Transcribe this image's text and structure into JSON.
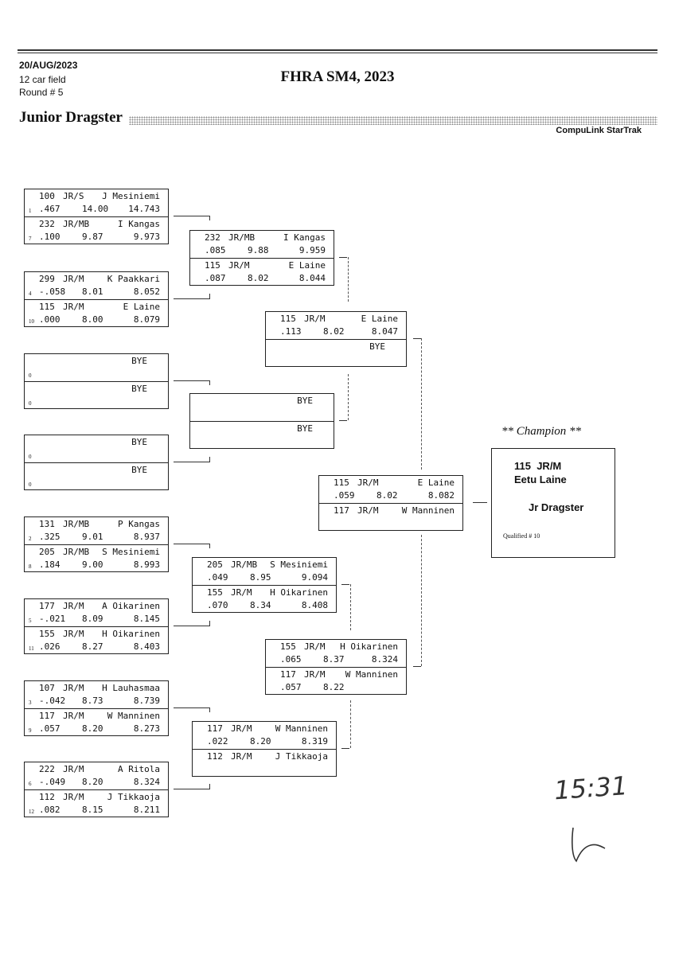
{
  "header": {
    "date": "20/AUG/2023",
    "field": "12 car field",
    "round": "Round # 5"
  },
  "title": "FHRA SM4, 2023",
  "category": "Junior Dragster",
  "system": "CompuLink StarTrak",
  "round1": [
    {
      "top": {
        "num": "100",
        "cls": "JR/S",
        "name": "J Mesiniemi",
        "q": "1",
        "rt": ".467",
        "et": "14.00",
        "sp": "14.743"
      },
      "bot": {
        "num": "232",
        "cls": "JR/MB",
        "name": "I Kangas",
        "q": "7",
        "rt": ".100",
        "et": "9.87",
        "sp": "9.973"
      }
    },
    {
      "top": {
        "num": "299",
        "cls": "JR/M",
        "name": "K Paakkari",
        "q": "4",
        "rt": "-.058",
        "et": "8.01",
        "sp": "8.052"
      },
      "bot": {
        "num": "115",
        "cls": "JR/M",
        "name": "E Laine",
        "q": "10",
        "rt": ".000",
        "et": "8.00",
        "sp": "8.079"
      }
    },
    {
      "top": {
        "bye": "BYE",
        "q": "0"
      },
      "bot": {
        "bye": "BYE",
        "q": "0"
      }
    },
    {
      "top": {
        "bye": "BYE",
        "q": "0"
      },
      "bot": {
        "bye": "BYE",
        "q": "0"
      }
    },
    {
      "top": {
        "num": "131",
        "cls": "JR/MB",
        "name": "P Kangas",
        "q": "2",
        "rt": ".325",
        "et": "9.01",
        "sp": "8.937"
      },
      "bot": {
        "num": "205",
        "cls": "JR/MB",
        "name": "S Mesiniemi",
        "q": "8",
        "rt": ".184",
        "et": "9.00",
        "sp": "8.993"
      }
    },
    {
      "top": {
        "num": "177",
        "cls": "JR/M",
        "name": "A Oikarinen",
        "q": "5",
        "rt": "-.021",
        "et": "8.09",
        "sp": "8.145"
      },
      "bot": {
        "num": "155",
        "cls": "JR/M",
        "name": "H Oikarinen",
        "q": "11",
        "rt": ".026",
        "et": "8.27",
        "sp": "8.403"
      }
    },
    {
      "top": {
        "num": "107",
        "cls": "JR/M",
        "name": "H Lauhasmaa",
        "q": "3",
        "rt": "-.042",
        "et": "8.73",
        "sp": "8.739"
      },
      "bot": {
        "num": "117",
        "cls": "JR/M",
        "name": "W Manninen",
        "q": "9",
        "rt": ".057",
        "et": "8.20",
        "sp": "8.273"
      }
    },
    {
      "top": {
        "num": "222",
        "cls": "JR/M",
        "name": "A Ritola",
        "q": "6",
        "rt": "-.049",
        "et": "8.20",
        "sp": "8.324"
      },
      "bot": {
        "num": "112",
        "cls": "JR/M",
        "name": "J Tikkaoja",
        "q": "12",
        "rt": ".082",
        "et": "8.15",
        "sp": "8.211"
      }
    }
  ],
  "round2": [
    {
      "top": {
        "num": "232",
        "cls": "JR/MB",
        "name": "I Kangas",
        "rt": ".085",
        "et": "9.88",
        "sp": "9.959"
      },
      "bot": {
        "num": "115",
        "cls": "JR/M",
        "name": "E Laine",
        "rt": ".087",
        "et": "8.02",
        "sp": "8.044"
      }
    },
    {
      "top": {
        "bye": "BYE"
      },
      "bot": {
        "bye": "BYE"
      }
    },
    {
      "top": {
        "num": "205",
        "cls": "JR/MB",
        "name": "S Mesiniemi",
        "rt": ".049",
        "et": "8.95",
        "sp": "9.094"
      },
      "bot": {
        "num": "155",
        "cls": "JR/M",
        "name": "H Oikarinen",
        "rt": ".070",
        "et": "8.34",
        "sp": "8.408"
      }
    },
    {
      "top": {
        "num": "117",
        "cls": "JR/M",
        "name": "W Manninen",
        "rt": ".022",
        "et": "8.20",
        "sp": "8.319"
      },
      "bot": {
        "num": "112",
        "cls": "JR/M",
        "name": "J Tikkaoja"
      }
    }
  ],
  "round3": [
    {
      "top": {
        "num": "115",
        "cls": "JR/M",
        "name": "E Laine",
        "rt": ".113",
        "et": "8.02",
        "sp": "8.047"
      },
      "bot": {
        "bye": "BYE"
      }
    },
    {
      "top": {
        "num": "155",
        "cls": "JR/M",
        "name": "H Oikarinen",
        "rt": ".065",
        "et": "8.37",
        "sp": "8.324"
      },
      "bot": {
        "num": "117",
        "cls": "JR/M",
        "name": "W Manninen",
        "rt": ".057",
        "et": "8.22"
      }
    }
  ],
  "final": {
    "top": {
      "num": "115",
      "cls": "JR/M",
      "name": "E Laine",
      "rt": ".059",
      "et": "8.02",
      "sp": "8.082"
    },
    "bot": {
      "num": "117",
      "cls": "JR/M",
      "name": "W Manninen"
    }
  },
  "champion": {
    "label": "** Champion **",
    "line1": "115  JR/M",
    "line2": "Eetu Laine",
    "line3": "Jr Dragster",
    "qualified": "Qualified # 10"
  },
  "handwriting": {
    "time": "15:31"
  }
}
